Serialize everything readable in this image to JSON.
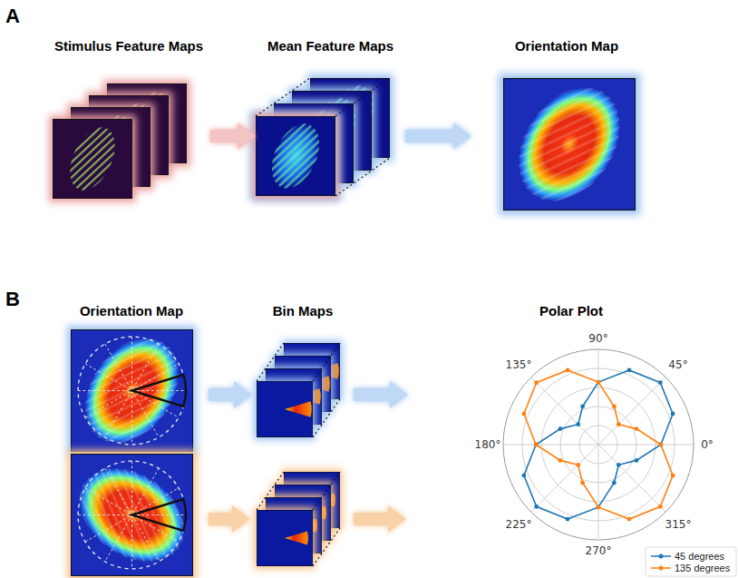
{
  "diagram": {
    "nodes": [
      {
        "text": [
          "Stimulus Feature Maps"
        ]
      },
      {
        "text": [
          "Mean Feature Maps"
        ]
      },
      {
        "text": [
          "Orientation Map"
        ]
      },
      {
        "text": [
          "Orientation Map"
        ]
      },
      {
        "text": [
          "Bin Maps"
        ]
      },
      {
        "text": [
          "Polar Plot"
        ]
      }
    ],
    "edges": [
      {
        "from": 0,
        "to": 1,
        "arrow": "to"
      },
      {
        "from": 1,
        "to": 2,
        "arrow": "to"
      },
      {
        "from": 3,
        "to": 4,
        "arrow": "to"
      },
      {
        "from": 4,
        "to": 5,
        "arrow": "to"
      }
    ],
    "labels": [
      "A",
      "B",
      "90°",
      "135°",
      "45°",
      "180°",
      "0°",
      "225°",
      "315°",
      "270°"
    ],
    "legend": [
      {
        "text": "45 degrees"
      },
      {
        "text": "135 degrees"
      }
    ]
  }
}
